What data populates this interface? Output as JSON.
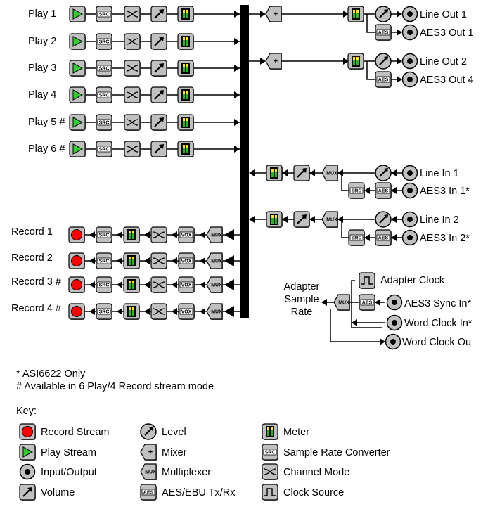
{
  "plays": [
    "Play 1",
    "Play 2",
    "Play 3",
    "Play 4",
    "Play 5 #",
    "Play 6 #"
  ],
  "records": [
    "Record 1",
    "Record 2",
    "Record 3 #",
    "Record 4 #"
  ],
  "outputs": [
    {
      "analog": "Line Out 1",
      "digital": "AES3 Out 1"
    },
    {
      "analog": "Line Out 2",
      "digital": "AES3 Out 4"
    }
  ],
  "inputs": [
    {
      "analog": "Line In 1",
      "digital": "AES3 In 1*"
    },
    {
      "analog": "Line In 2",
      "digital": "AES3 In 2*"
    }
  ],
  "clock": {
    "rate_label_lines": [
      "Adapter",
      "Sample",
      "Rate"
    ],
    "adapter_clock": "Adapter Clock",
    "aes_sync_in": "AES3 Sync In*",
    "word_clock_in": "Word Clock In*",
    "word_clock_out": "Word Clock Ou"
  },
  "icon_text": {
    "src": "SRC",
    "aes": "AES",
    "mux": "MUX",
    "vox": "VOX",
    "plus": "+"
  },
  "notes": [
    "* ASI6622 Only",
    "# Available in 6 Play/4 Record stream mode"
  ],
  "key_title": "Key:",
  "key": [
    {
      "icon": "record-stream",
      "label": "Record Stream"
    },
    {
      "icon": "level",
      "label": "Level"
    },
    {
      "icon": "meter",
      "label": "Meter"
    },
    {
      "icon": "play-stream",
      "label": "Play Stream"
    },
    {
      "icon": "mixer",
      "label": "Mixer"
    },
    {
      "icon": "sample-rate-converter",
      "label": "Sample Rate Converter"
    },
    {
      "icon": "input-output",
      "label": "Input/Output"
    },
    {
      "icon": "multiplexer",
      "label": "Multiplexer"
    },
    {
      "icon": "channel-mode",
      "label": "Channel Mode"
    },
    {
      "icon": "volume",
      "label": "Volume"
    },
    {
      "icon": "aes-ebu",
      "label": "AES/EBU Tx/Rx"
    },
    {
      "icon": "clock-source",
      "label": "Clock Source"
    }
  ],
  "colors": {
    "record": "#ff0000",
    "play": "#33cc33",
    "meter_green": "#22bb22",
    "meter_yellow": "#ffee00",
    "icon_bg": "#c0c0c0"
  }
}
